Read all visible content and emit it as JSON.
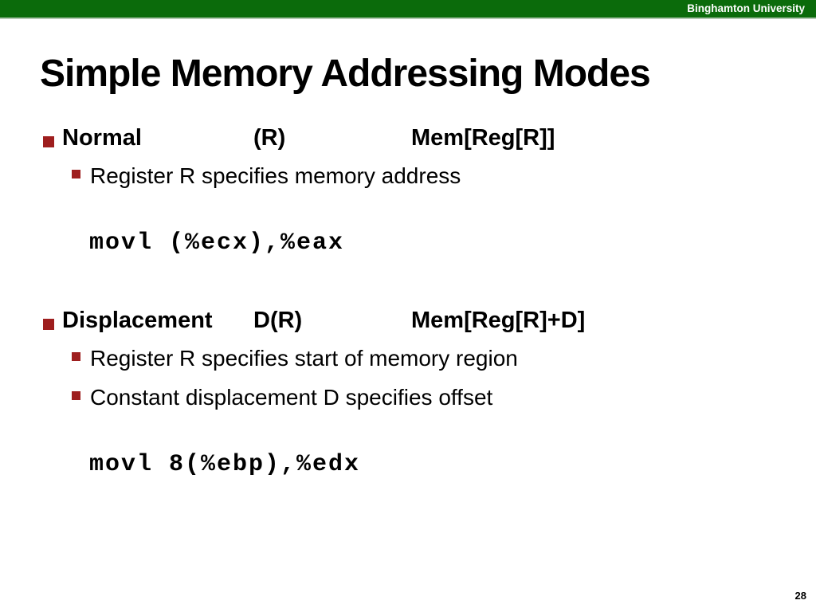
{
  "colors": {
    "brand_green": "#0B6B0B",
    "accent_red": "#9E1E1E",
    "text": "#000000"
  },
  "header": {
    "institution": "Binghamton University"
  },
  "slide": {
    "title": "Simple Memory Addressing Modes",
    "page_number": "28",
    "sections": [
      {
        "label": "Normal",
        "form": "(R)",
        "meaning": "Mem[Reg[R]]",
        "subpoints": [
          "Register R specifies memory address"
        ],
        "code": "movl (%ecx),%eax"
      },
      {
        "label": "Displacement",
        "form": "D(R)",
        "meaning": "Mem[Reg[R]+D]",
        "subpoints": [
          "Register R specifies start of memory region",
          "Constant displacement D specifies offset"
        ],
        "code": "movl 8(%ebp),%edx"
      }
    ]
  }
}
